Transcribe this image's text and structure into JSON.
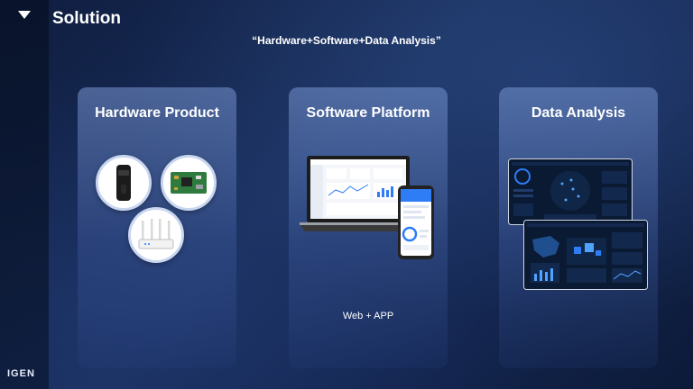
{
  "page": {
    "title": "Solution",
    "subtitle": "“Hardware+Software+Data Analysis”",
    "brand": "IGEN",
    "menu_icon": "triangle-down-icon"
  },
  "cards": [
    {
      "title": "Hardware Product",
      "images": [
        "data-logger-stick-image",
        "circuit-board-image",
        "wifi-router-image"
      ]
    },
    {
      "title": "Software Platform",
      "caption": "Web + APP",
      "images": [
        "laptop-dashboard-image",
        "mobile-app-image"
      ]
    },
    {
      "title": "Data Analysis",
      "images": [
        "dashboard-screen-1-image",
        "dashboard-screen-2-image"
      ]
    }
  ],
  "colors": {
    "background": "#142650",
    "card_top": "#7896d2",
    "dashboard_dark": "#0b1a33",
    "accent_blue": "#2e7cf6"
  }
}
